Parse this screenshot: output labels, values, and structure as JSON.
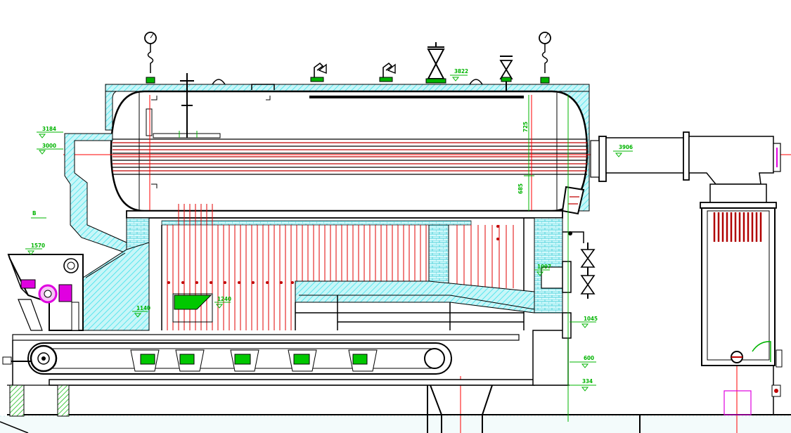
{
  "colors": {
    "outline": "#000000",
    "centerline": "#ff0000",
    "dimension": "#00b400",
    "refractory": "#34e0ea",
    "accent": "#e000e0"
  },
  "icons": [
    "pressure-gauge-icon",
    "safety-valve-icon",
    "gate-valve-icon",
    "level-triangle-icon"
  ],
  "dimensions": {
    "d3184": "3184",
    "d3000": "3000",
    "d1570": "1570",
    "d1140": "1140",
    "d1240": "1240",
    "d3822": "3822",
    "d725": "725",
    "d3906": "3906",
    "d685": "685",
    "d1097": "1097",
    "d1045": "1045",
    "d600": "600",
    "d334": "334",
    "label_b": "B"
  }
}
